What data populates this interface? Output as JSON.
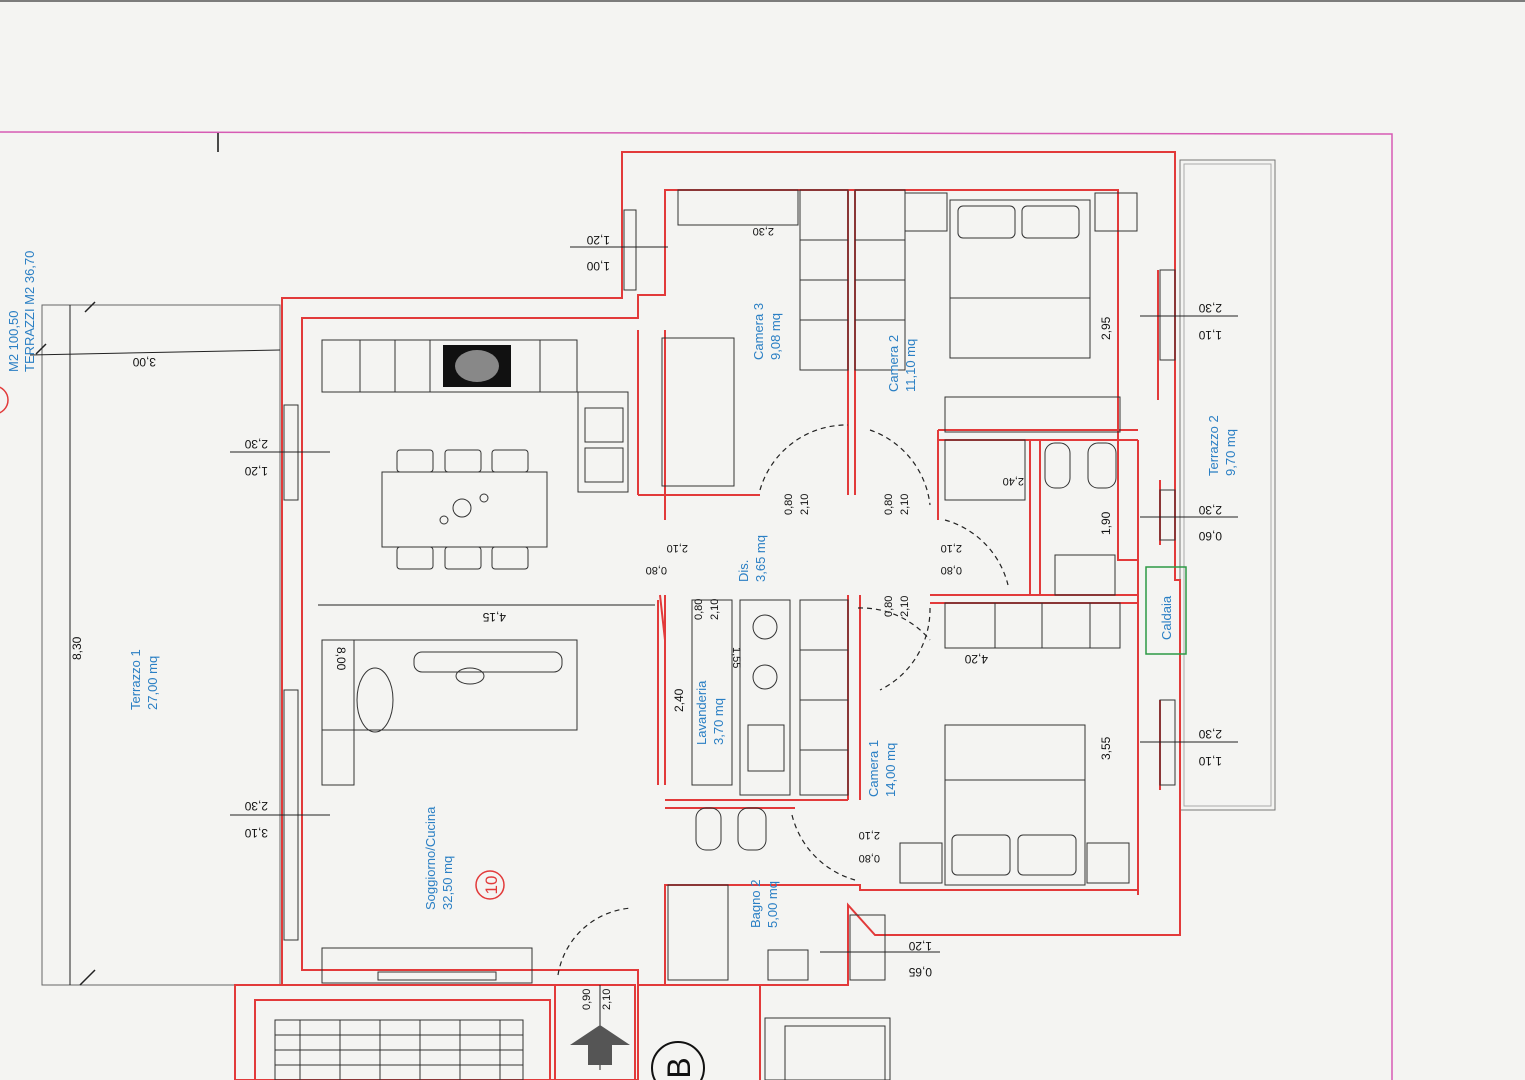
{
  "colors": {
    "wall": "#e23a3a",
    "room_text": "#2a7fc4",
    "border": "#d65bb4",
    "caldaia": "#2c9a45",
    "furniture": "#333333",
    "paper": "#f4f4f2"
  },
  "header": {
    "area_total": "M2 100,50",
    "terraces_total": "TERRAZZI M2 36,70"
  },
  "unit_number": "10",
  "stair_label": "B",
  "rooms": {
    "soggiorno": {
      "name": "Soggiorno/Cucina",
      "area": "32,50 mq"
    },
    "camera3": {
      "name": "Camera 3",
      "area": "9,08 mq"
    },
    "camera2": {
      "name": "Camera 2",
      "area": "11,10 mq"
    },
    "camera1": {
      "name": "Camera 1",
      "area": "14,00 mq"
    },
    "dis": {
      "name": "Dis.",
      "area": "3,65 mq"
    },
    "lavanderia": {
      "name": "Lavanderia",
      "area": "3,70 mq"
    },
    "bagno2": {
      "name": "Bagno 2",
      "area": "5,00 mq"
    },
    "terrazzo1": {
      "name": "Terrazzo 1",
      "area": "27,00 mq"
    },
    "terrazzo2": {
      "name": "Terrazzo 2",
      "area": "9,70 mq"
    },
    "caldaia": {
      "name": "Caldaia"
    }
  },
  "dimensions": {
    "terrazzo1_width": "3,00",
    "terrazzo1_length": "8,30",
    "living_width": "4,15",
    "living_height": "8,00",
    "camera2_width": "2,95",
    "bath_width": "1,90",
    "camera1_width": "3,55",
    "lavanderia_width": "2,40",
    "lavanderia_depth": "1,55",
    "corridor_width": "4,20",
    "bath_height": "2,40",
    "camera3_height": "2,30"
  },
  "windows": {
    "w_camera3": {
      "top": "1,20",
      "bottom": "1,00"
    },
    "w_living_top": {
      "top": "2,30",
      "bottom": "1,20"
    },
    "w_living_bottom": {
      "top": "2,30",
      "bottom": "3,10"
    },
    "w_camera2": {
      "top": "2,30",
      "bottom": "1,10"
    },
    "w_bath": {
      "top": "2,30",
      "bottom": "0,60"
    },
    "w_camera1": {
      "top": "2,30",
      "bottom": "1,10"
    },
    "w_bagno2": {
      "top": "1,20",
      "bottom": "0,65"
    }
  },
  "doors": {
    "d_camera3": {
      "w": "0,80",
      "h": "2,10"
    },
    "d_camera2": {
      "w": "0,80",
      "h": "2,10"
    },
    "d_living": {
      "w": "0,80",
      "h": "2,10"
    },
    "d_bath": {
      "w": "0,80",
      "h": "2,10"
    },
    "d_lavanderia": {
      "w": "0,80",
      "h": "2,10"
    },
    "d_camera1": {
      "w": "0,80",
      "h": "2,10"
    },
    "d_bagno2": {
      "w": "0,80",
      "h": "2,10"
    },
    "d_entry": {
      "w": "0,90",
      "h": "2,10"
    }
  }
}
